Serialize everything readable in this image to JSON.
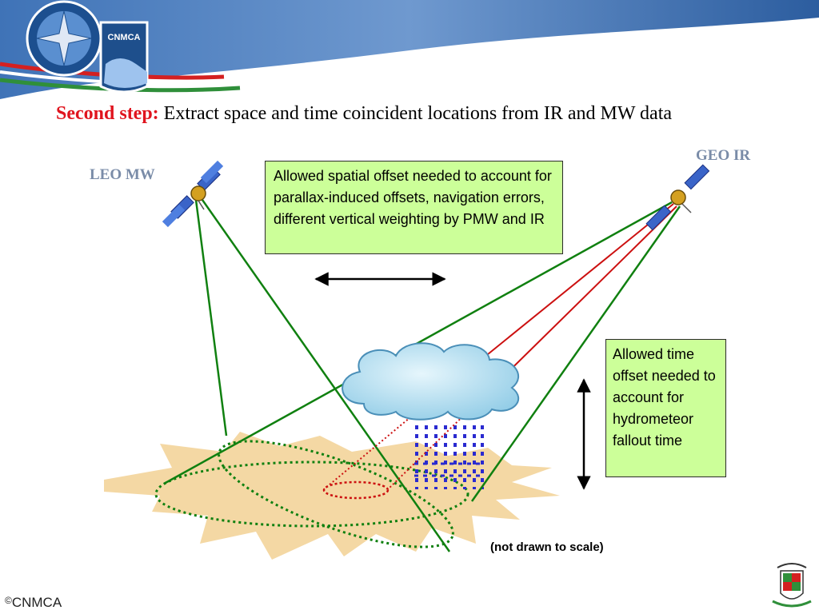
{
  "banner": {
    "logo_text": "CNMCA",
    "colors": {
      "blue": "#1e5a9e",
      "green": "#2f8f3a",
      "red": "#d42020"
    }
  },
  "title": {
    "step": "Second step:",
    "text": " Extract space and time coincident locations from IR and MW data"
  },
  "satellites": {
    "leo": "LEO MW",
    "geo": "GEO IR"
  },
  "boxes": {
    "spatial": "Allowed spatial offset needed to account for parallax-induced offsets, navigation errors, different vertical weighting by PMW and IR",
    "time": "Allowed time offset needed to account for hydrometeor fallout time",
    "fill_color": "#ccff99"
  },
  "note": "(not drawn to scale)",
  "footer": {
    "copyright_symbol": "©",
    "copyright_text": "CNMCA"
  },
  "line_colors": {
    "green": "#108010",
    "red": "#cc1010",
    "rain": "#2a2ad0"
  }
}
